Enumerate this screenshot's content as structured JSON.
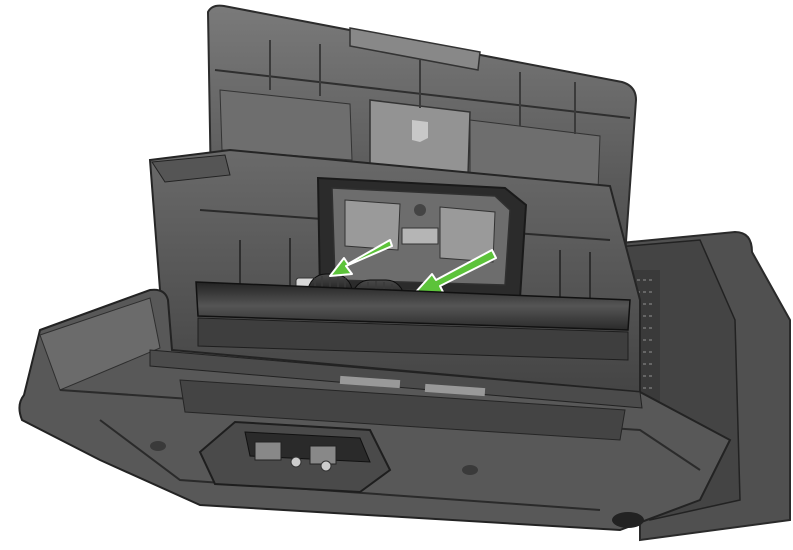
{
  "illustration": {
    "subject": "document-scanner",
    "colors": {
      "background": "#ffffff",
      "body_dark": "#3a3a3a",
      "body_mid": "#5b5b5b",
      "body_light": "#8a8a8a",
      "roller": "#1e1e1e",
      "arrow": "#5cc33a",
      "arrow_outline": "#ffffff"
    },
    "arrows": [
      {
        "name": "upper-roller-removal-arrow",
        "direction": "down-left"
      },
      {
        "name": "lower-roller-removal-arrow",
        "direction": "down-left"
      }
    ]
  }
}
